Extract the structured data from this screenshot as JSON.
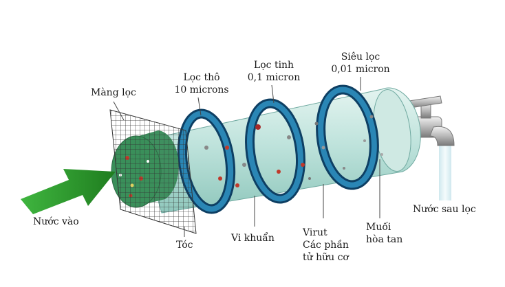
{
  "labels": {
    "membrane": "Màng lọc",
    "coarse_line1": "Lọc thô",
    "coarse_line2": "10 microns",
    "fine_line1": "Lọc tinh",
    "fine_line2": "0,1 micron",
    "ultra_line1": "Siêu lọc",
    "ultra_line2": "0,01 micron",
    "water_in": "Nước vào",
    "hair": "Tóc",
    "bacteria": "Vi khuẩn",
    "virus_line1": "Virut",
    "virus_line2": "Các phần",
    "virus_line3": "tử hữu cơ",
    "salt_line1": "Muối",
    "salt_line2": "hòa tan",
    "water_out": "Nước sau lọc"
  },
  "colors": {
    "arrow": "#2e9a2e",
    "cylinder": "#bfe3dc",
    "ring": "#1f6f9a",
    "ring_dark": "#0e3f63",
    "mesh": "#333333",
    "tap": "#b8b8b8"
  }
}
